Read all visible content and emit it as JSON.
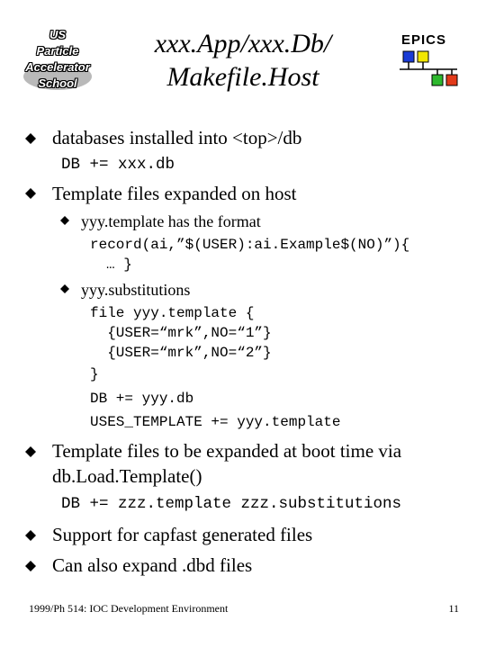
{
  "logo": {
    "lines": [
      "US",
      "Particle",
      "Accelerator",
      "School"
    ]
  },
  "title": {
    "line1": "xxx.App/xxx.Db/",
    "line2": "Makefile.Host"
  },
  "epics": {
    "text": "EPICS",
    "colors": [
      "#1a3bd6",
      "#f2e600",
      "#2eb82e",
      "#e23a1a"
    ]
  },
  "bullet_glyph": "u",
  "content": {
    "b1": "databases installed into <top>/db",
    "b1_code": "DB += xxx.db",
    "b2": "Template files expanded on host",
    "b2_s1": "yyy.template has the format",
    "b2_s1_code1": "record(ai,”$(USER):ai.Example$(NO)”){",
    "b2_s1_code2": "… }",
    "b2_s2": "yyy.substitutions",
    "b2_s2_code": [
      "file yyy.template {",
      "  {USER=“mrk”,NO=“1”}",
      "  {USER=“mrk”,NO=“2”}",
      "}",
      "DB += yyy.db",
      "USES_TEMPLATE += yyy.template"
    ],
    "b3_line1": "Template files to be expanded at boot time via",
    "b3_line2": "db.Load.Template()",
    "b3_code": "DB += zzz.template zzz.substitutions",
    "b4": "Support for capfast generated files",
    "b5": "Can also expand .dbd files"
  },
  "footer": {
    "left": "1999/Ph 514: IOC Development Environment",
    "page": "11"
  }
}
